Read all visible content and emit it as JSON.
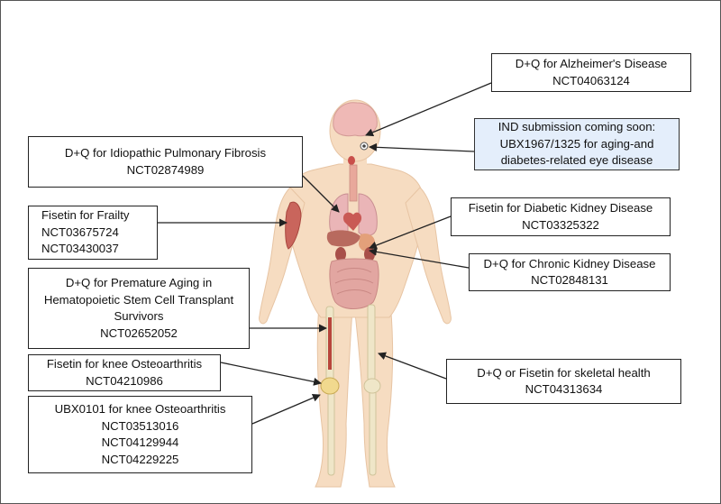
{
  "diagram": {
    "colors": {
      "skin": "#f6dcc1",
      "skin_outline": "#e7c4a3",
      "organ_red": "#d98f8c",
      "bone": "#efe6c8",
      "arrow": "#222222",
      "highlight_box": "#e4eefb"
    },
    "callouts": [
      {
        "id": "alzheimers",
        "lines": [
          "D+Q for Alzheimer's Disease",
          "NCT04063124"
        ]
      },
      {
        "id": "eye",
        "lines": [
          "IND submission coming soon:",
          "UBX1967/1325 for aging-and",
          "diabetes-related eye disease"
        ]
      },
      {
        "id": "ipf",
        "lines": [
          "D+Q for Idiopathic Pulmonary Fibrosis",
          "NCT02874989"
        ]
      },
      {
        "id": "frailty",
        "lines": [
          "Fisetin for Frailty",
          "NCT03675724",
          "NCT03430037"
        ]
      },
      {
        "id": "diabetic-kidney",
        "lines": [
          "Fisetin for Diabetic Kidney Disease",
          "NCT03325322"
        ]
      },
      {
        "id": "chronic-kidney",
        "lines": [
          "D+Q for Chronic Kidney Disease",
          "NCT02848131"
        ]
      },
      {
        "id": "premature-aging",
        "lines": [
          "D+Q for Premature Aging in",
          "Hematopoietic Stem Cell Transplant",
          "Survivors",
          "NCT02652052"
        ]
      },
      {
        "id": "fisetin-knee",
        "lines": [
          "Fisetin for knee Osteoarthritis",
          "NCT04210986"
        ]
      },
      {
        "id": "ubx-knee",
        "lines": [
          "UBX0101 for knee Osteoarthritis",
          "NCT03513016",
          "NCT04129944",
          "NCT04229225"
        ]
      },
      {
        "id": "skeletal",
        "lines": [
          "D+Q or Fisetin for skeletal health",
          "NCT04313634"
        ]
      }
    ]
  }
}
